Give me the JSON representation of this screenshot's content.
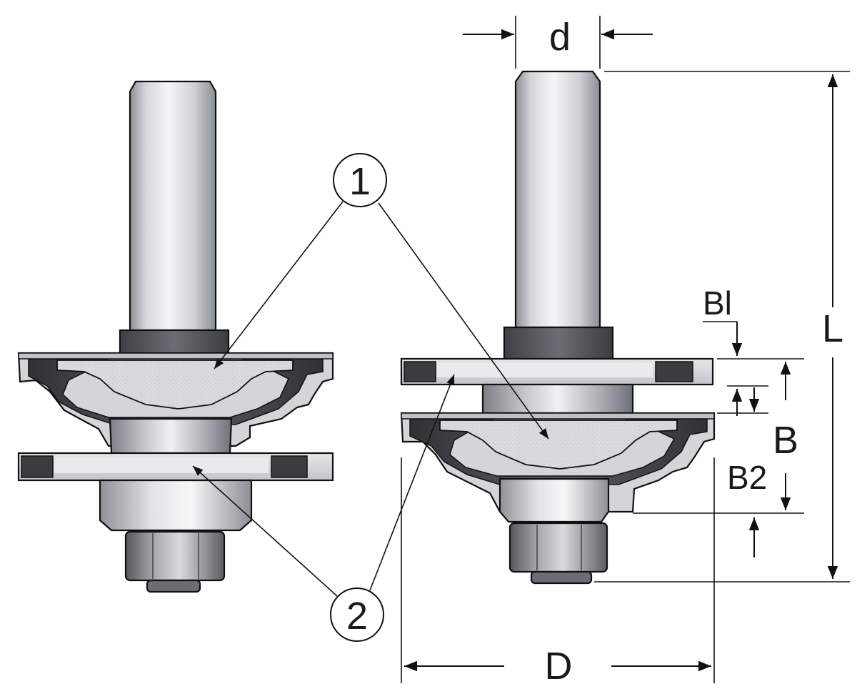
{
  "diagram": {
    "callouts": {
      "part1": "1",
      "part2": "2"
    },
    "dimensions": {
      "shank_diameter": "d",
      "overall_length": "L",
      "cut_height": "B",
      "bearing_gap": "Bl",
      "bottom_offset": "B2",
      "cutting_diameter": "D"
    }
  }
}
